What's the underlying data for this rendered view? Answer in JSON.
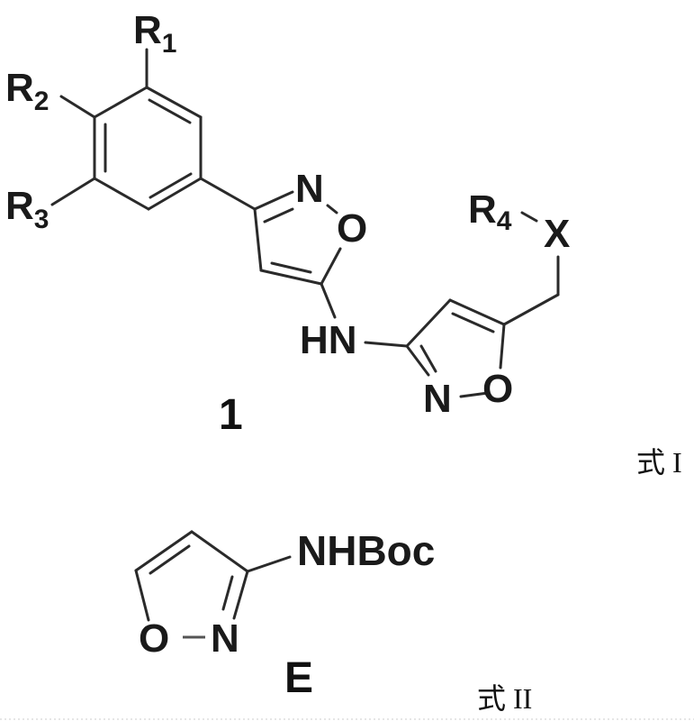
{
  "figure": {
    "structures": [
      {
        "id": "compound-1",
        "label": "1",
        "formula_tag": "式 I",
        "substituents": {
          "r1": {
            "letter": "R",
            "sub": "1"
          },
          "r2": {
            "letter": "R",
            "sub": "2"
          },
          "r3": {
            "letter": "R",
            "sub": "3"
          },
          "r4": {
            "letter": "R",
            "sub": "4"
          },
          "x": "X"
        },
        "atoms": {
          "isoxazole_a_n": "N",
          "isoxazole_a_o": "O",
          "linker_nh": "HN",
          "isoxazole_b_n": "N",
          "isoxazole_b_o": "O"
        }
      },
      {
        "id": "compound-E",
        "label": "E",
        "formula_tag": "式 II",
        "substituent": "NHBoc",
        "atoms": {
          "ring_o": "O",
          "ring_n": "N"
        }
      }
    ]
  }
}
